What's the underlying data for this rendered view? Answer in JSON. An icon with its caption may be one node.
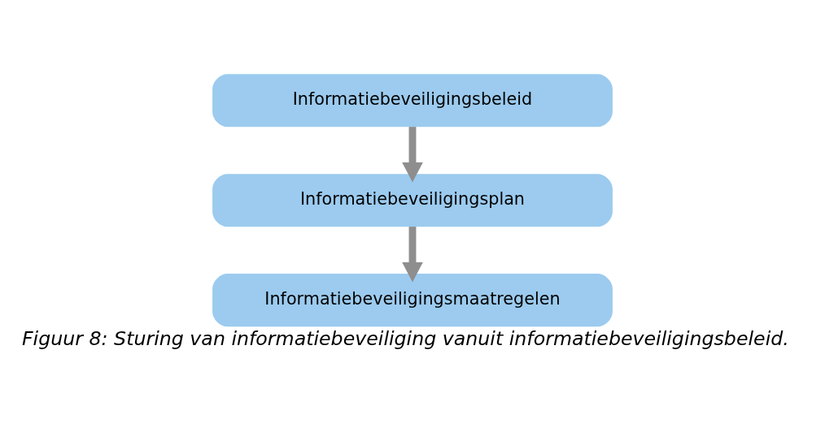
{
  "diagram": {
    "caption": "Figuur 8: Sturing van informatiebeveiliging vanuit informatiebeveiligingsbeleid.",
    "nodes": [
      {
        "text": [
          "Informatiebeveiligingsbeleid"
        ]
      },
      {
        "text": [
          "Informatiebeveiligingsplan"
        ]
      },
      {
        "text": [
          "Informatiebeveiligingsmaatregelen"
        ]
      }
    ],
    "edges": [
      {
        "from": 0,
        "to": 1,
        "arrow": "to"
      },
      {
        "from": 1,
        "to": 2,
        "arrow": "to"
      }
    ]
  }
}
